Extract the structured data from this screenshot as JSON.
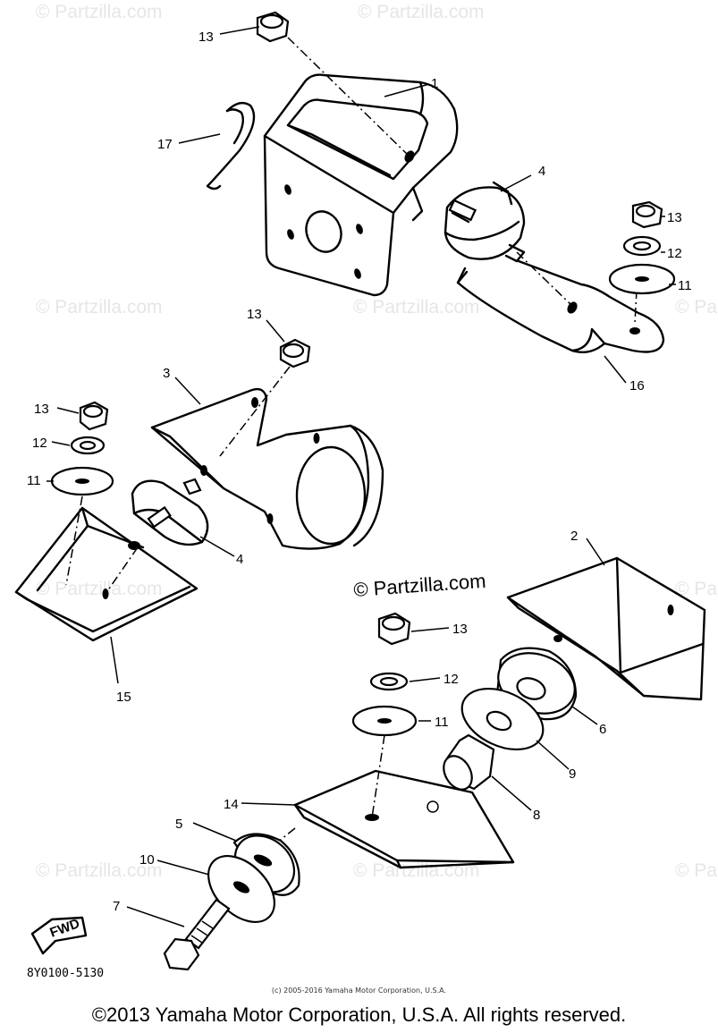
{
  "watermark": "© Partzilla.com",
  "diagram_code": "8Y0100-5130",
  "fwd_label": "FWD",
  "footnote": "(c) 2005-2016 Yamaha Motor Corporation, U.S.A.",
  "copyright": "©2013 Yamaha Motor Corporation, U.S.A. All rights reserved.",
  "callouts": {
    "c1": "1",
    "c2": "2",
    "c3": "3",
    "c4a": "4",
    "c4b": "4",
    "c5": "5",
    "c6": "6",
    "c7": "7",
    "c8": "8",
    "c9": "9",
    "c10": "10",
    "c11a": "11",
    "c11b": "11",
    "c11c": "11",
    "c12a": "12",
    "c12b": "12",
    "c12c": "12",
    "c13a": "13",
    "c13b": "13",
    "c13c": "13",
    "c13d": "13",
    "c13e": "13",
    "c14": "14",
    "c15": "15",
    "c16": "16",
    "c17": "17"
  }
}
